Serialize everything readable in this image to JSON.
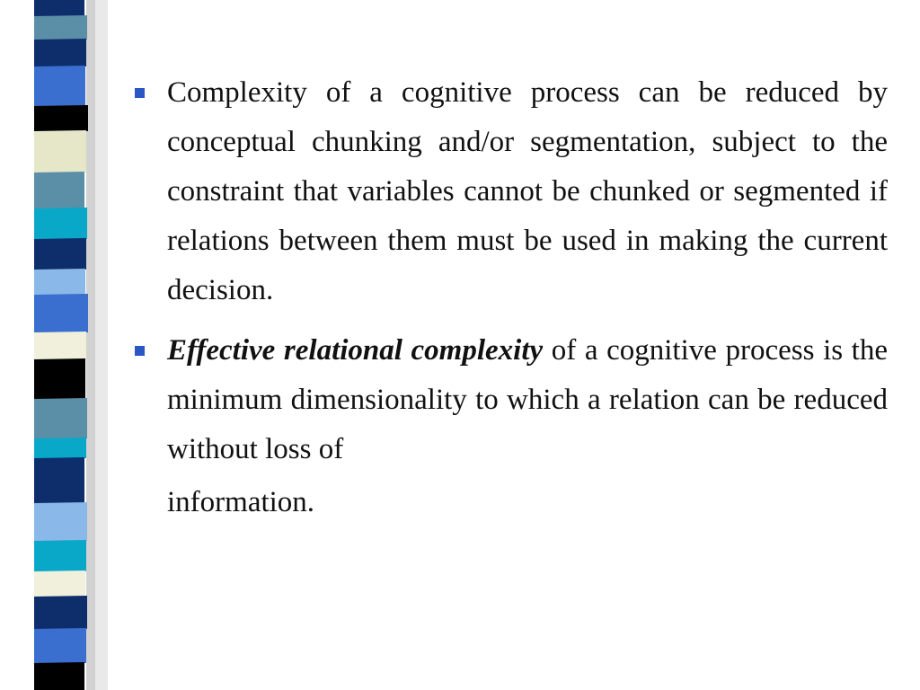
{
  "slide": {
    "stripe_colors": [
      "#0d2d6b",
      "#3a6fd0",
      "#5b8fa8",
      "#e6e6c8",
      "#000000",
      "#8ab8e8",
      "#0aa8c8",
      "#1a4d8a",
      "#f0f0dc",
      "#3a5cc8"
    ],
    "bullet_color": "#2b57c5",
    "bullets": [
      {
        "text": "Complexity of a cognitive process can be reduced by conceptual chunking and/or segmentation, subject to the constraint that variables cannot be chunked or segmented if relations between them must be used in making the current decision."
      },
      {
        "term": "Effective relational complexity",
        "text_1": " of a cognitive process is the minimum dimensionality to which a relation can be reduced without loss of",
        "text_2": "information."
      }
    ]
  }
}
